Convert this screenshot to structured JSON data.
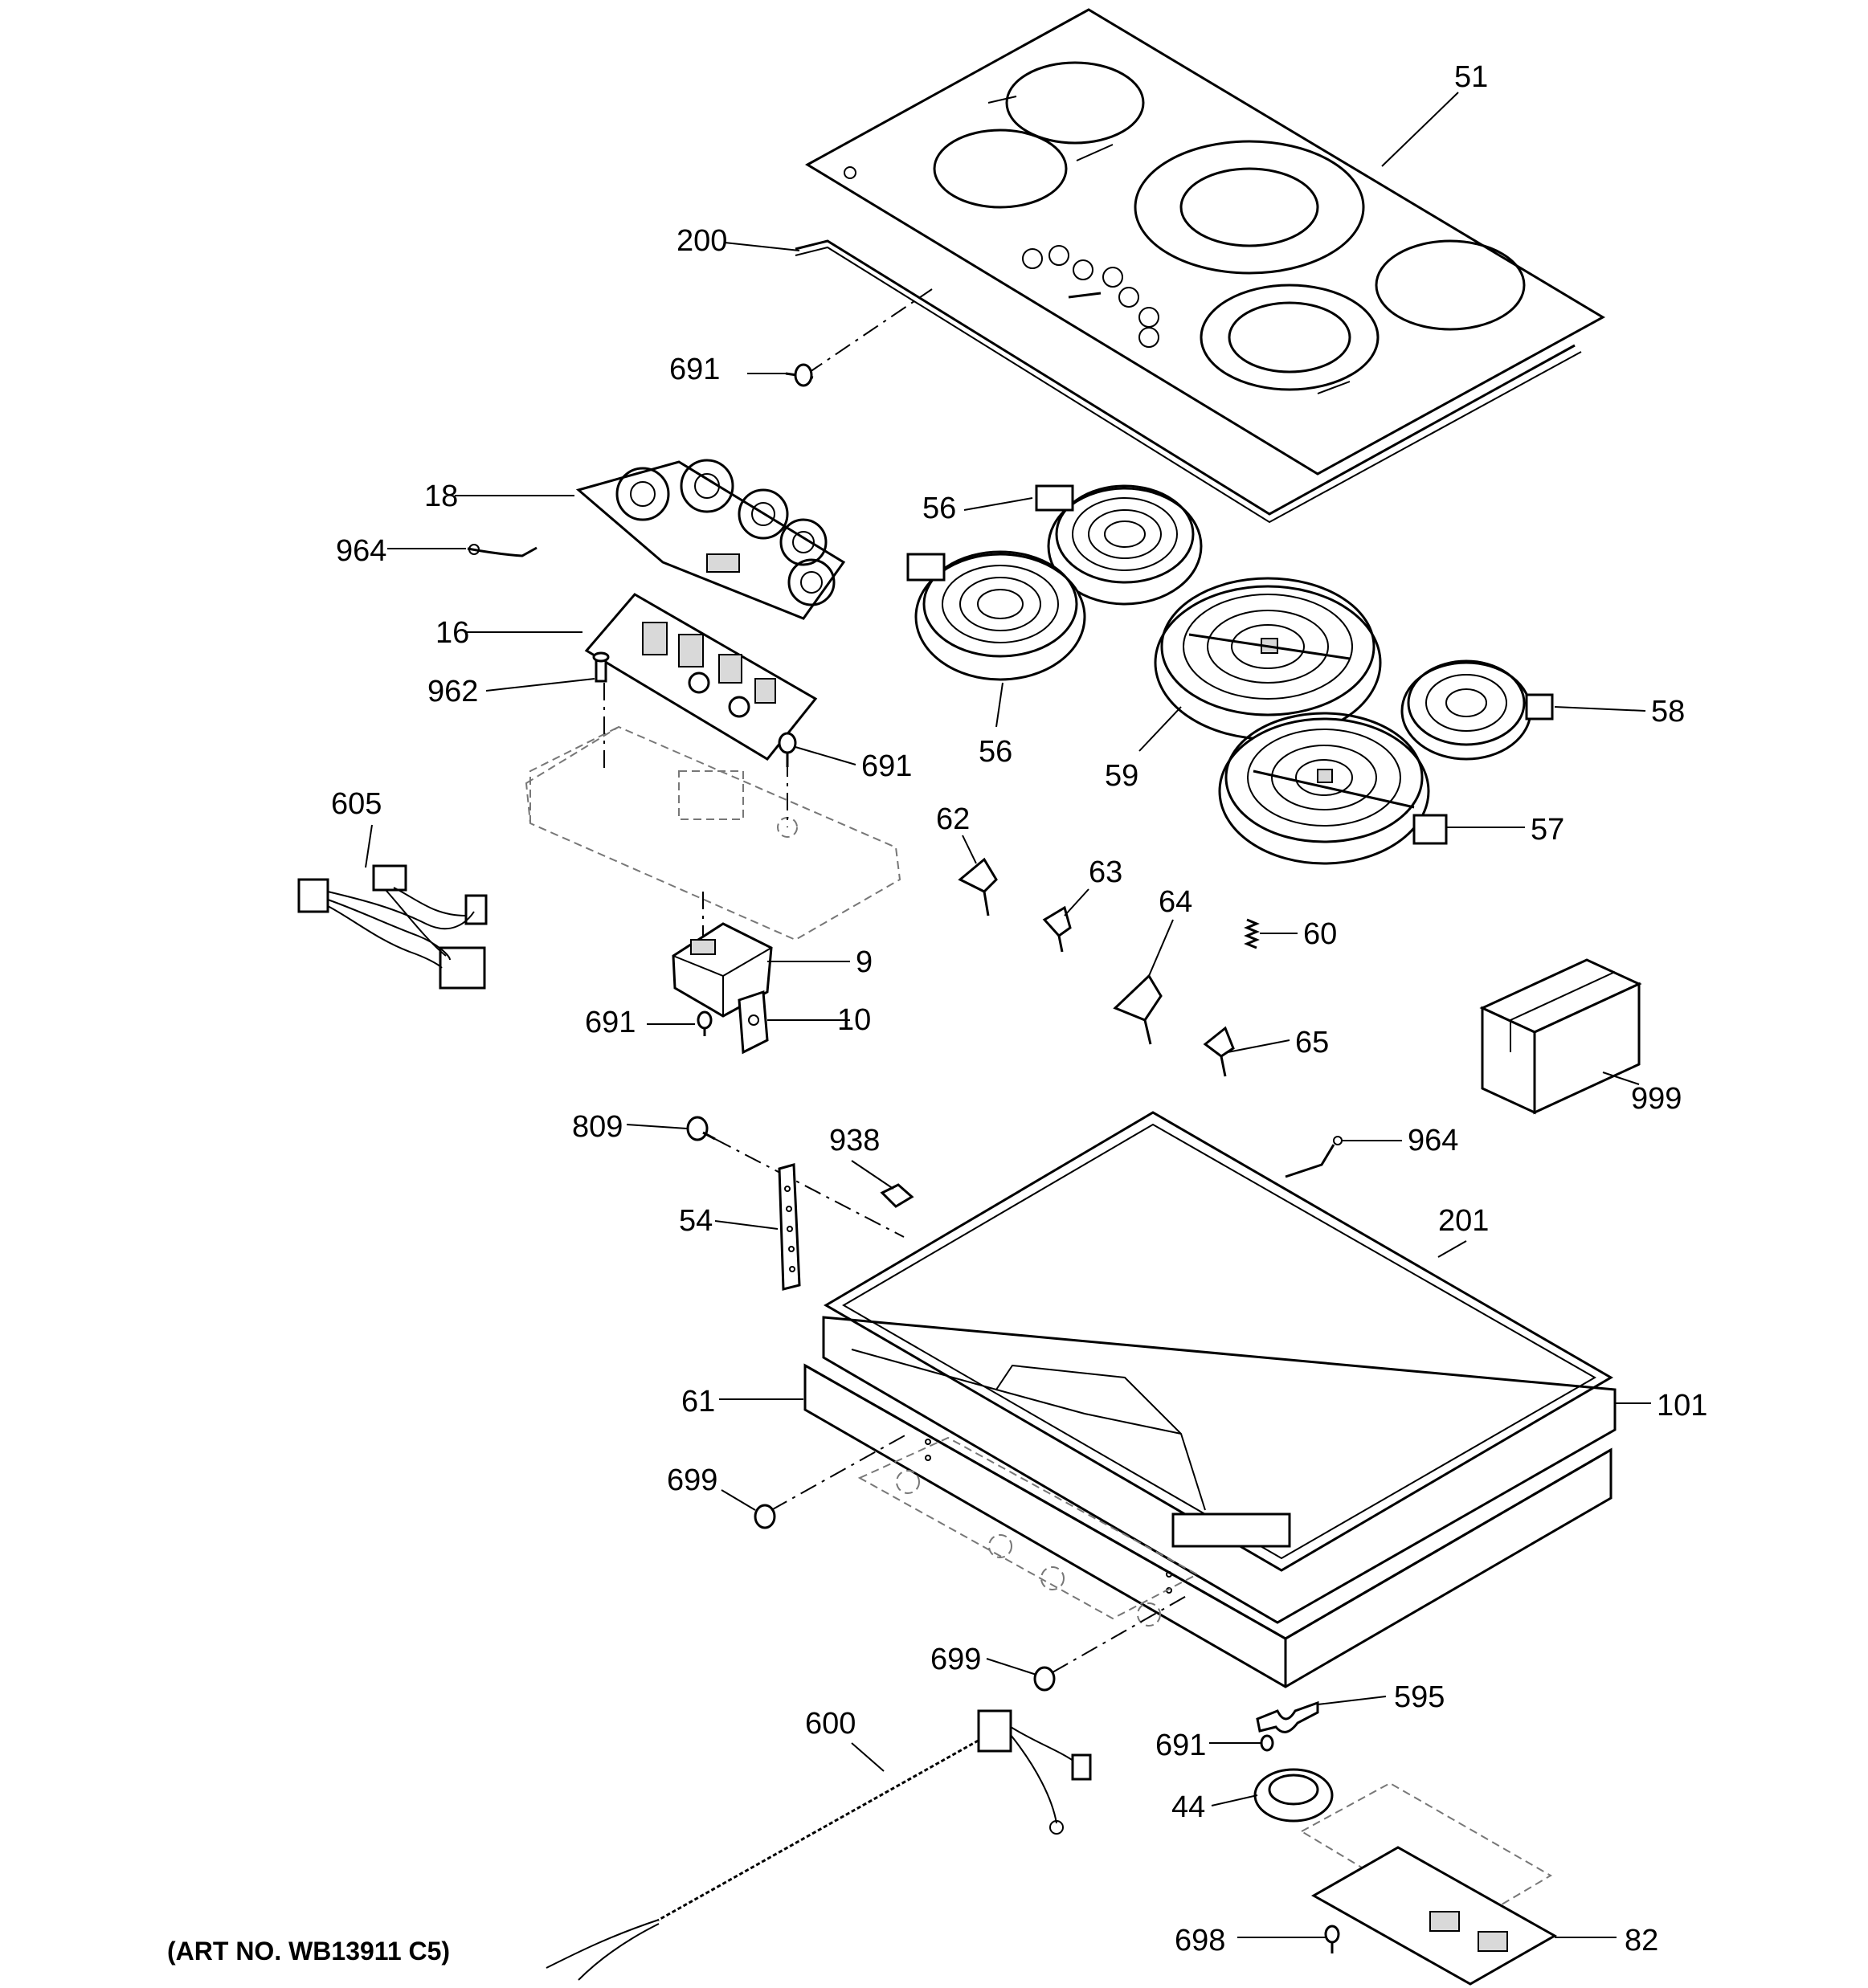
{
  "art_number": "(ART NO. WB13911 C5)",
  "callouts": {
    "c51": "51",
    "c200": "200",
    "c691a": "691",
    "c18": "18",
    "c964a": "964",
    "c16": "16",
    "c962": "962",
    "c691b": "691",
    "c605": "605",
    "c9": "9",
    "c691c": "691",
    "c10": "10",
    "c56a": "56",
    "c56b": "56",
    "c59": "59",
    "c58": "58",
    "c57": "57",
    "c62": "62",
    "c63": "63",
    "c64": "64",
    "c60": "60",
    "c65": "65",
    "c999": "999",
    "c809": "809",
    "c938": "938",
    "c964b": "964",
    "c54": "54",
    "c201": "201",
    "c61": "61",
    "c101": "101",
    "c699a": "699",
    "c699b": "699",
    "c595": "595",
    "c600": "600",
    "c691d": "691",
    "c44": "44",
    "c698": "698",
    "c82": "82"
  }
}
